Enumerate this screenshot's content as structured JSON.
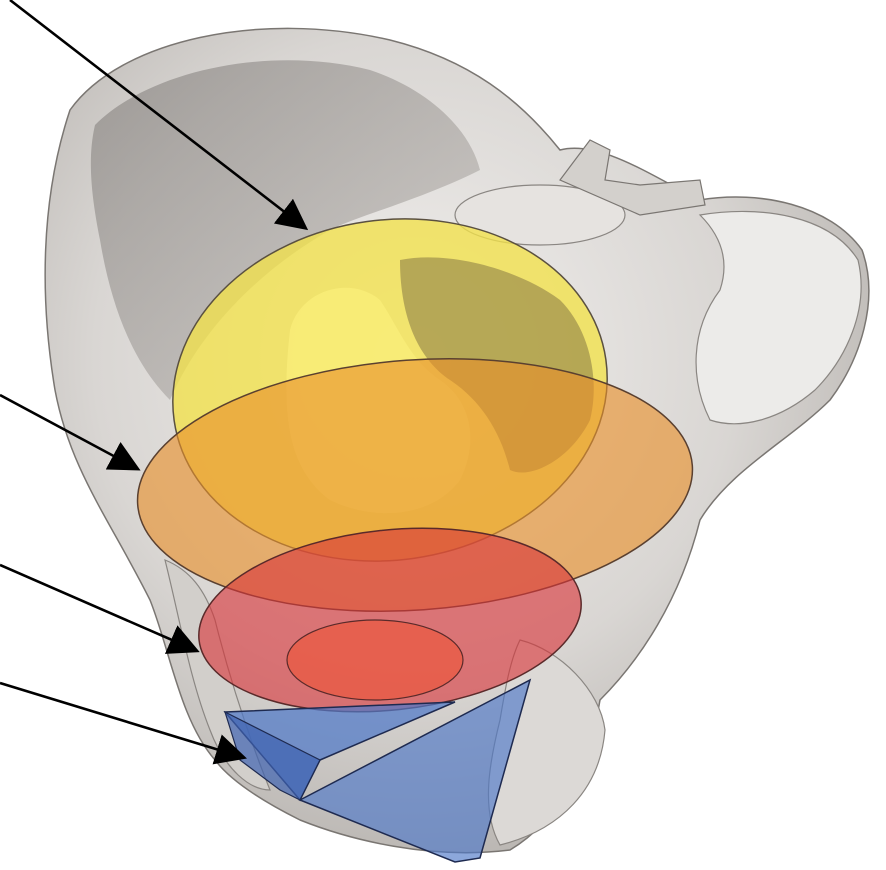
{
  "figure": {
    "subject": "pelvis-with-pelvic-planes",
    "background_color": "#ffffff",
    "bone_color": "#d9d6d3",
    "planes": [
      {
        "id": "plane-1",
        "shape": "ellipse",
        "color": "#f2e24a"
      },
      {
        "id": "plane-2",
        "shape": "ellipse",
        "color": "#e8902a"
      },
      {
        "id": "plane-3",
        "shape": "ellipse",
        "color": "#d8363a"
      },
      {
        "id": "plane-4",
        "shape": "triangles",
        "color": "#4f78c8"
      }
    ],
    "pointer_arrows": [
      {
        "id": "arrow-1",
        "target": "plane-1",
        "color": "#000000"
      },
      {
        "id": "arrow-2",
        "target": "plane-2",
        "color": "#000000"
      },
      {
        "id": "arrow-3",
        "target": "plane-3",
        "color": "#000000"
      },
      {
        "id": "arrow-4",
        "target": "plane-4",
        "color": "#000000"
      }
    ]
  }
}
